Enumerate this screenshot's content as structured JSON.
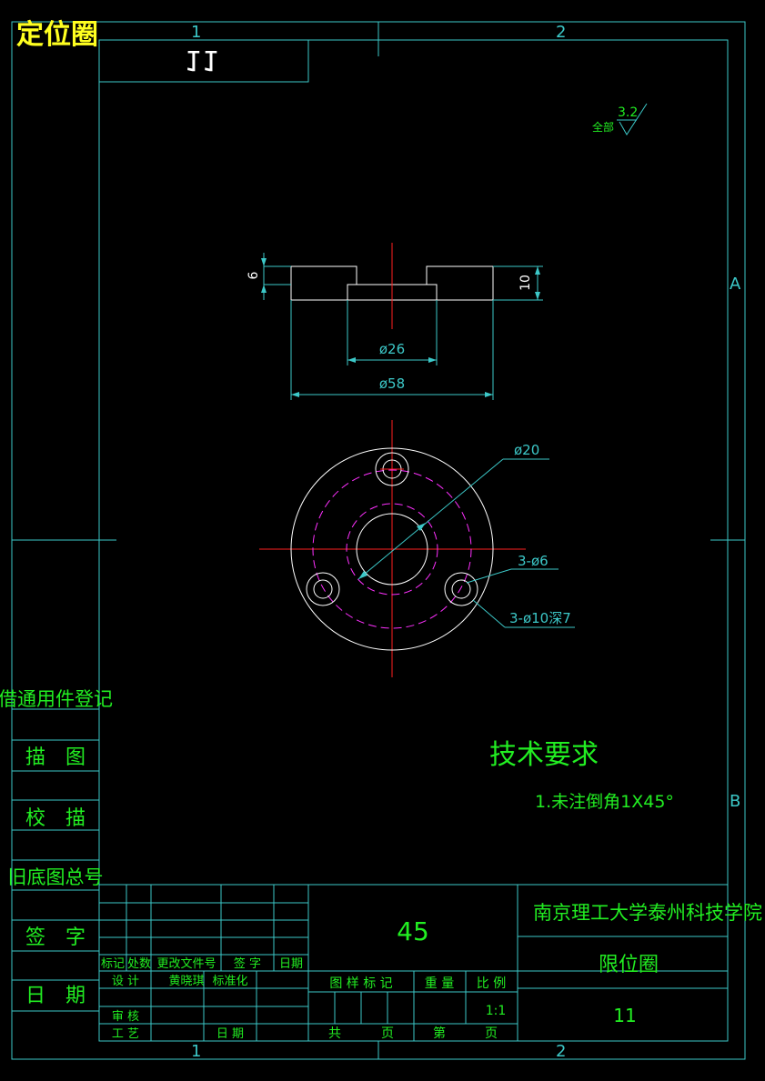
{
  "header": {
    "drawing_title": "定位圈",
    "mirrored_part_no": "11"
  },
  "grid": {
    "top_1": "1",
    "top_2": "2",
    "bottom_1": "1",
    "bottom_2": "2",
    "right_a": "A",
    "right_b": "B"
  },
  "roughness": {
    "value": "3.2",
    "scope": "全部"
  },
  "dimensions": {
    "height_6": "6",
    "height_10": "10",
    "dia_26": "ø26",
    "dia_58": "ø58",
    "dia_20": "ø20",
    "holes_6": "3-ø6",
    "holes_10": "3-ø10深7"
  },
  "technical": {
    "title": "技术要求",
    "item1": "1.未注倒角1X45°"
  },
  "side_column": {
    "reg": "借通用件登记",
    "trace": "描　图",
    "check_trace": "校　描",
    "old_no": "旧底图总号",
    "sign": "签　字",
    "date": "日　期"
  },
  "title_block": {
    "material": "45",
    "school": "南京理工大学泰州科技学院",
    "part_name": "限位圈",
    "part_no": "11",
    "scale": "1:1",
    "h_mark": "标记",
    "h_count": "处数",
    "h_doc": "更改文件号",
    "h_sign": "签 字",
    "h_date": "日期",
    "design": "设 计",
    "designer": "黄晓琪",
    "standard": "标准化",
    "review": "审 核",
    "process": "工 艺",
    "date_lbl": "日 期",
    "stage": "图 样 标 记",
    "weight": "重 量",
    "ratio": "比 例",
    "total": "共",
    "page1": "页",
    "no": "第",
    "page2": "页"
  }
}
